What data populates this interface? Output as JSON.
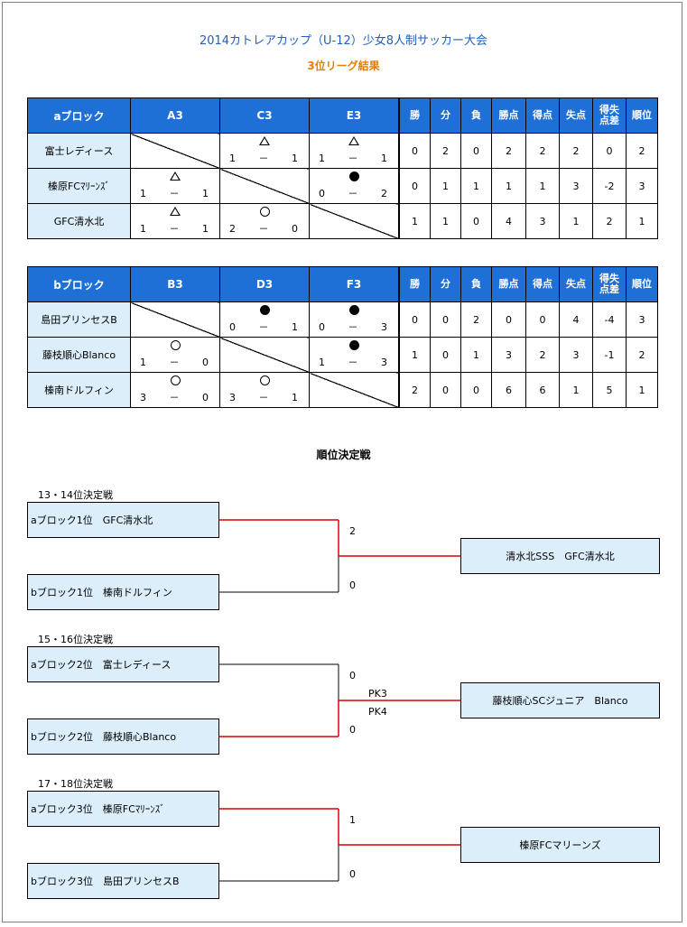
{
  "title": "2014カトレアカップ（U-12）少女8人制サッカー大会",
  "subtitle": "3位リーグ結果",
  "stat_headers": [
    "勝",
    "分",
    "負",
    "勝点",
    "得点",
    "失点",
    "得失点差",
    "順位"
  ],
  "block_a": {
    "label": "aブロック",
    "columns": [
      "A3",
      "C3",
      "E3"
    ],
    "rows": [
      {
        "team": "富士レディース",
        "cells": [
          null,
          {
            "mark": "△",
            "l": "1",
            "dash": "－",
            "r": "1"
          },
          {
            "mark": "△",
            "l": "1",
            "dash": "－",
            "r": "1"
          }
        ],
        "stats": [
          "0",
          "2",
          "0",
          "2",
          "2",
          "2",
          "0",
          "2"
        ]
      },
      {
        "team": "榛原FCﾏﾘｰﾝｽﾞ",
        "cells": [
          {
            "mark": "△",
            "l": "1",
            "dash": "－",
            "r": "1"
          },
          null,
          {
            "mark": "●",
            "l": "0",
            "dash": "－",
            "r": "2"
          }
        ],
        "stats": [
          "0",
          "1",
          "1",
          "1",
          "1",
          "3",
          "-2",
          "3"
        ]
      },
      {
        "team": "GFC清水北",
        "cells": [
          {
            "mark": "△",
            "l": "1",
            "dash": "－",
            "r": "1"
          },
          {
            "mark": "○",
            "l": "2",
            "dash": "－",
            "r": "0"
          },
          null
        ],
        "stats": [
          "1",
          "1",
          "0",
          "4",
          "3",
          "1",
          "2",
          "1"
        ]
      }
    ]
  },
  "block_b": {
    "label": "bブロック",
    "columns": [
      "B3",
      "D3",
      "F3"
    ],
    "rows": [
      {
        "team": "島田プリンセスB",
        "cells": [
          null,
          {
            "mark": "●",
            "l": "0",
            "dash": "－",
            "r": "1"
          },
          {
            "mark": "●",
            "l": "0",
            "dash": "－",
            "r": "3"
          }
        ],
        "stats": [
          "0",
          "0",
          "2",
          "0",
          "0",
          "4",
          "-4",
          "3"
        ]
      },
      {
        "team": "藤枝順心Blanco",
        "cells": [
          {
            "mark": "○",
            "l": "1",
            "dash": "－",
            "r": "0"
          },
          null,
          {
            "mark": "●",
            "l": "1",
            "dash": "－",
            "r": "3"
          }
        ],
        "stats": [
          "1",
          "0",
          "1",
          "3",
          "2",
          "3",
          "-1",
          "2"
        ]
      },
      {
        "team": "榛南ドルフィン",
        "cells": [
          {
            "mark": "○",
            "l": "3",
            "dash": "－",
            "r": "0"
          },
          {
            "mark": "○",
            "l": "3",
            "dash": "－",
            "r": "1"
          },
          null
        ],
        "stats": [
          "2",
          "0",
          "0",
          "6",
          "6",
          "1",
          "5",
          "1"
        ]
      }
    ]
  },
  "playoff_title": "順位決定戦",
  "playoffs": [
    {
      "label": "13・14位決定戦",
      "top": "aブロック1位　GFC清水北",
      "bottom": "bブロック1位　榛南ドルフィン",
      "score_top": "2",
      "score_bottom": "0",
      "pk_top": "",
      "pk_bottom": "",
      "winner": "清水北SSS　GFC清水北"
    },
    {
      "label": "15・16位決定戦",
      "top": "aブロック2位　富士レディース",
      "bottom": "bブロック2位　藤枝順心Blanco",
      "score_top": "0",
      "score_bottom": "0",
      "pk_top": "PK3",
      "pk_bottom": "PK4",
      "winner": "藤枝順心SCジュニア　Blanco"
    },
    {
      "label": "17・18位決定戦",
      "top": "aブロック3位　榛原FCﾏﾘｰﾝｽﾞ",
      "bottom": "bブロック3位　島田プリンセスB",
      "score_top": "1",
      "score_bottom": "0",
      "pk_top": "",
      "pk_bottom": "",
      "winner": "榛原FCマリーンズ"
    }
  ],
  "colors": {
    "header_bg": "#1e6fd6",
    "team_bg": "#dbeefa",
    "title": "#1f5fbf",
    "subtitle": "#e67e00",
    "bracket_win": "#e00000"
  }
}
